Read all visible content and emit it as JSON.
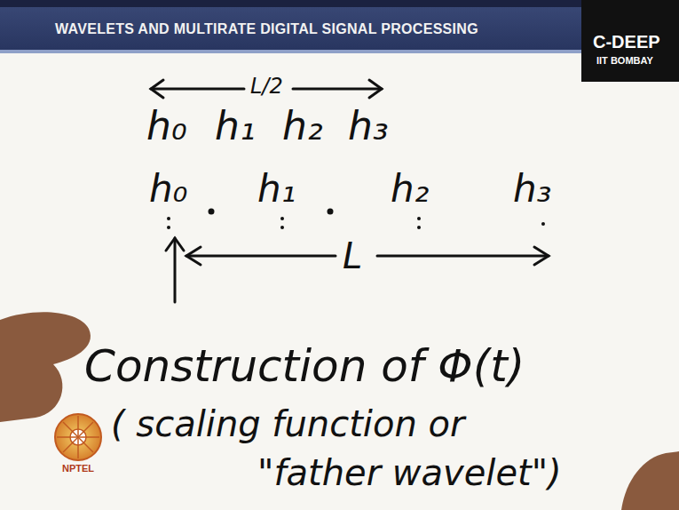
{
  "diagram": {
    "title": "WAVELETS AND MULTIRATE DIGITAL SIGNAL PROCESSING",
    "labels": [
      "C-DEEP",
      "IIT BOMBAY",
      "L/2",
      "h₀",
      "h₁",
      "h₂",
      "h₃",
      "h₀",
      "h₁",
      "h₂",
      "h₃",
      "L",
      "Construction of Φ(t)",
      "( scaling function or",
      "\"father wavelet\")",
      "NPTEL"
    ]
  }
}
